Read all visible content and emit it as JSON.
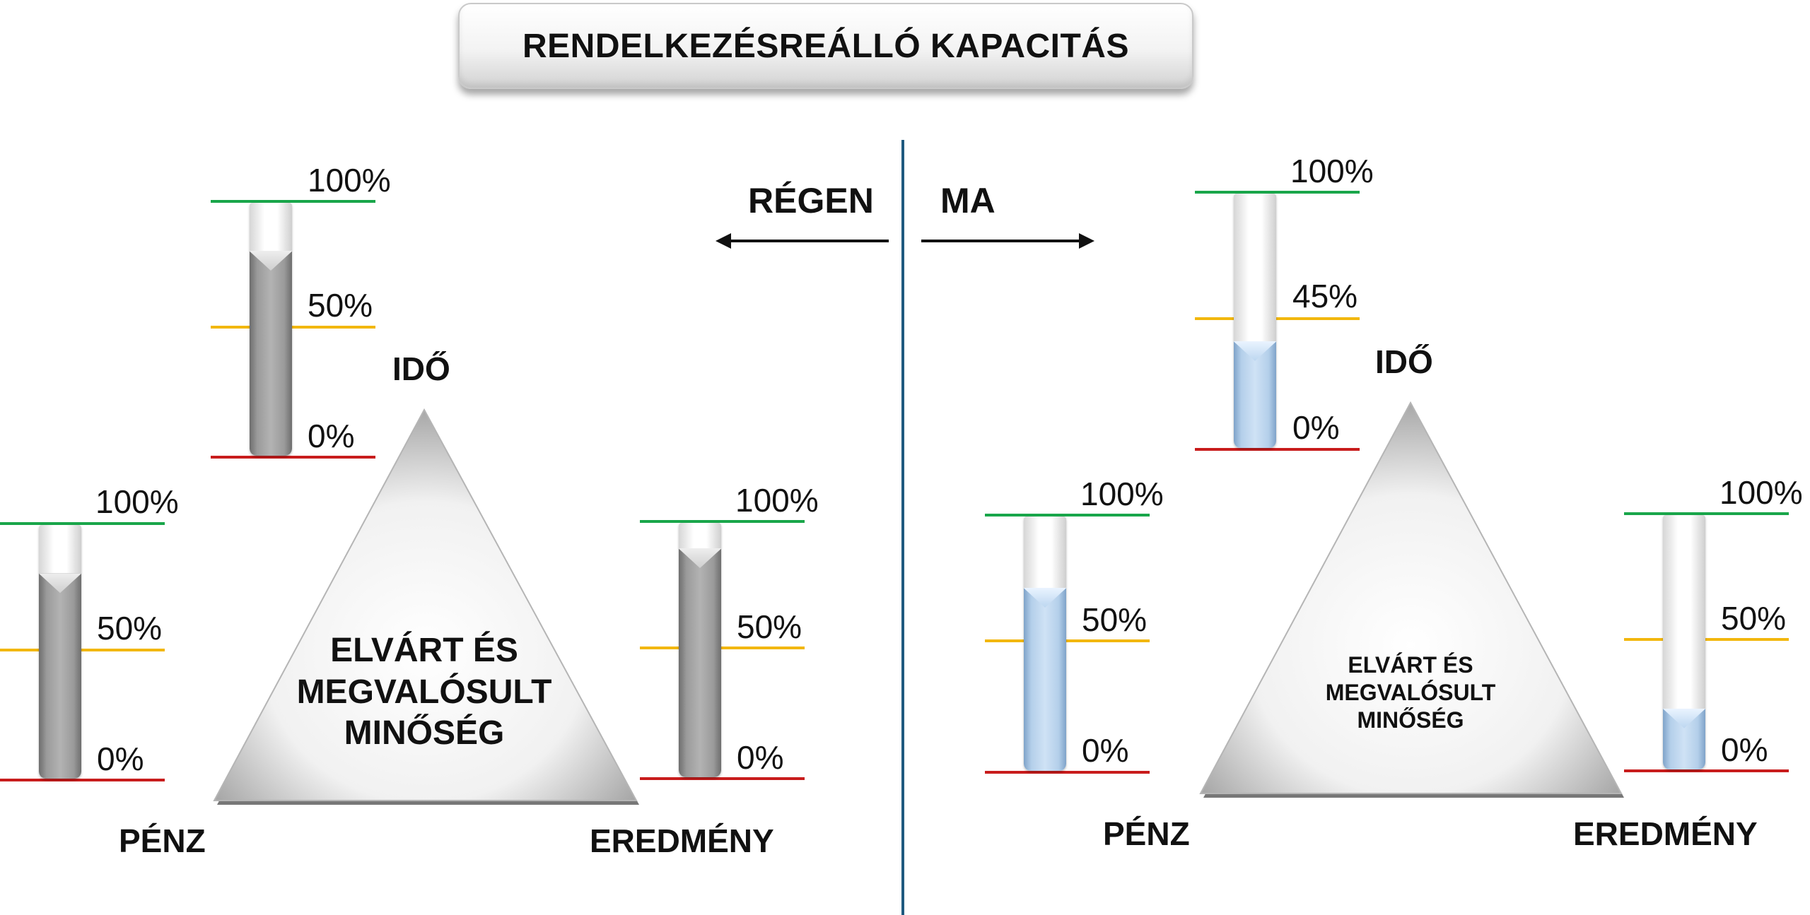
{
  "title": "RENDELKEZÉSREÁLLÓ KAPACITÁS",
  "eras": {
    "past": "RÉGEN",
    "present": "MA"
  },
  "colors": {
    "line_100": "#19a64a",
    "line_mid": "#f2b70d",
    "line_0": "#c81c1c",
    "divider": "#1f5a7f",
    "fill_past": "grey",
    "fill_present": "blue"
  },
  "past": {
    "corners": {
      "top": "IDŐ",
      "left": "PÉNZ",
      "right": "EREDMÉNY"
    },
    "center_text": [
      "ELVÁRT ÉS",
      "MEGVALÓSULT",
      "MINŐSÉG"
    ],
    "gauges": {
      "ido": {
        "top_label": "100%",
        "mid_label": "50%",
        "bottom_label": "0%",
        "level_pct": 81
      },
      "penz": {
        "top_label": "100%",
        "mid_label": "50%",
        "bottom_label": "0%",
        "level_pct": 81
      },
      "eredmeny": {
        "top_label": "100%",
        "mid_label": "50%",
        "bottom_label": "0%",
        "level_pct": 90
      }
    }
  },
  "present": {
    "corners": {
      "top": "IDŐ",
      "left": "PÉNZ",
      "right": "EREDMÉNY"
    },
    "center_text": [
      "ELVÁRT ÉS",
      "MEGVALÓSULT",
      "MINŐSÉG"
    ],
    "gauges": {
      "ido": {
        "top_label": "100%",
        "mid_label": "45%",
        "bottom_label": "0%",
        "level_pct": 42
      },
      "penz": {
        "top_label": "100%",
        "mid_label": "50%",
        "bottom_label": "0%",
        "level_pct": 72
      },
      "eredmeny": {
        "top_label": "100%",
        "mid_label": "50%",
        "bottom_label": "0%",
        "level_pct": 24
      }
    }
  }
}
